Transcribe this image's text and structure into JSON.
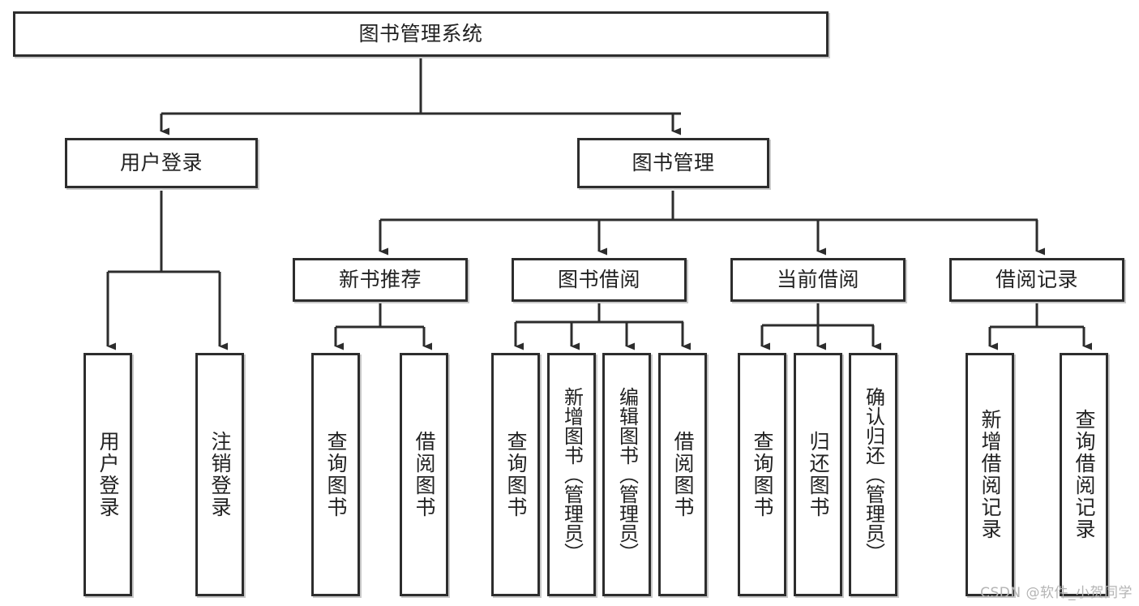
{
  "diagram": {
    "title": "图书管理系统",
    "type": "tree-hierarchy-diagram",
    "colors": {
      "box_border": "#2d2d2d",
      "box_fill": "#ffffff",
      "connector": "#2d2d2d",
      "background": "#ffffff",
      "watermark": "#b4b4b4"
    },
    "root": {
      "label": "图书管理系统"
    },
    "level2": [
      {
        "label": "用户登录"
      },
      {
        "label": "图书管理"
      }
    ],
    "level3": [
      {
        "label": "新书推荐"
      },
      {
        "label": "图书借阅"
      },
      {
        "label": "当前借阅"
      },
      {
        "label": "借阅记录"
      }
    ],
    "leaves": {
      "user_login": [
        {
          "label": "用户登录"
        },
        {
          "label": "注销登录"
        }
      ],
      "new_book_recommend": [
        {
          "label": "查询图书"
        },
        {
          "label": "借阅图书"
        }
      ],
      "book_borrow": [
        {
          "label": "查询图书"
        },
        {
          "label": "新增图书（管理员）"
        },
        {
          "label": "编辑图书（管理员）"
        },
        {
          "label": "借阅图书"
        }
      ],
      "current_borrow": [
        {
          "label": "查询图书"
        },
        {
          "label": "归还图书"
        },
        {
          "label": "确认归还（管理员）"
        }
      ],
      "borrow_record": [
        {
          "label": "新增借阅记录"
        },
        {
          "label": "查询借阅记录"
        }
      ]
    }
  },
  "watermark": {
    "text": "CSDN @软件_小贺同学"
  }
}
